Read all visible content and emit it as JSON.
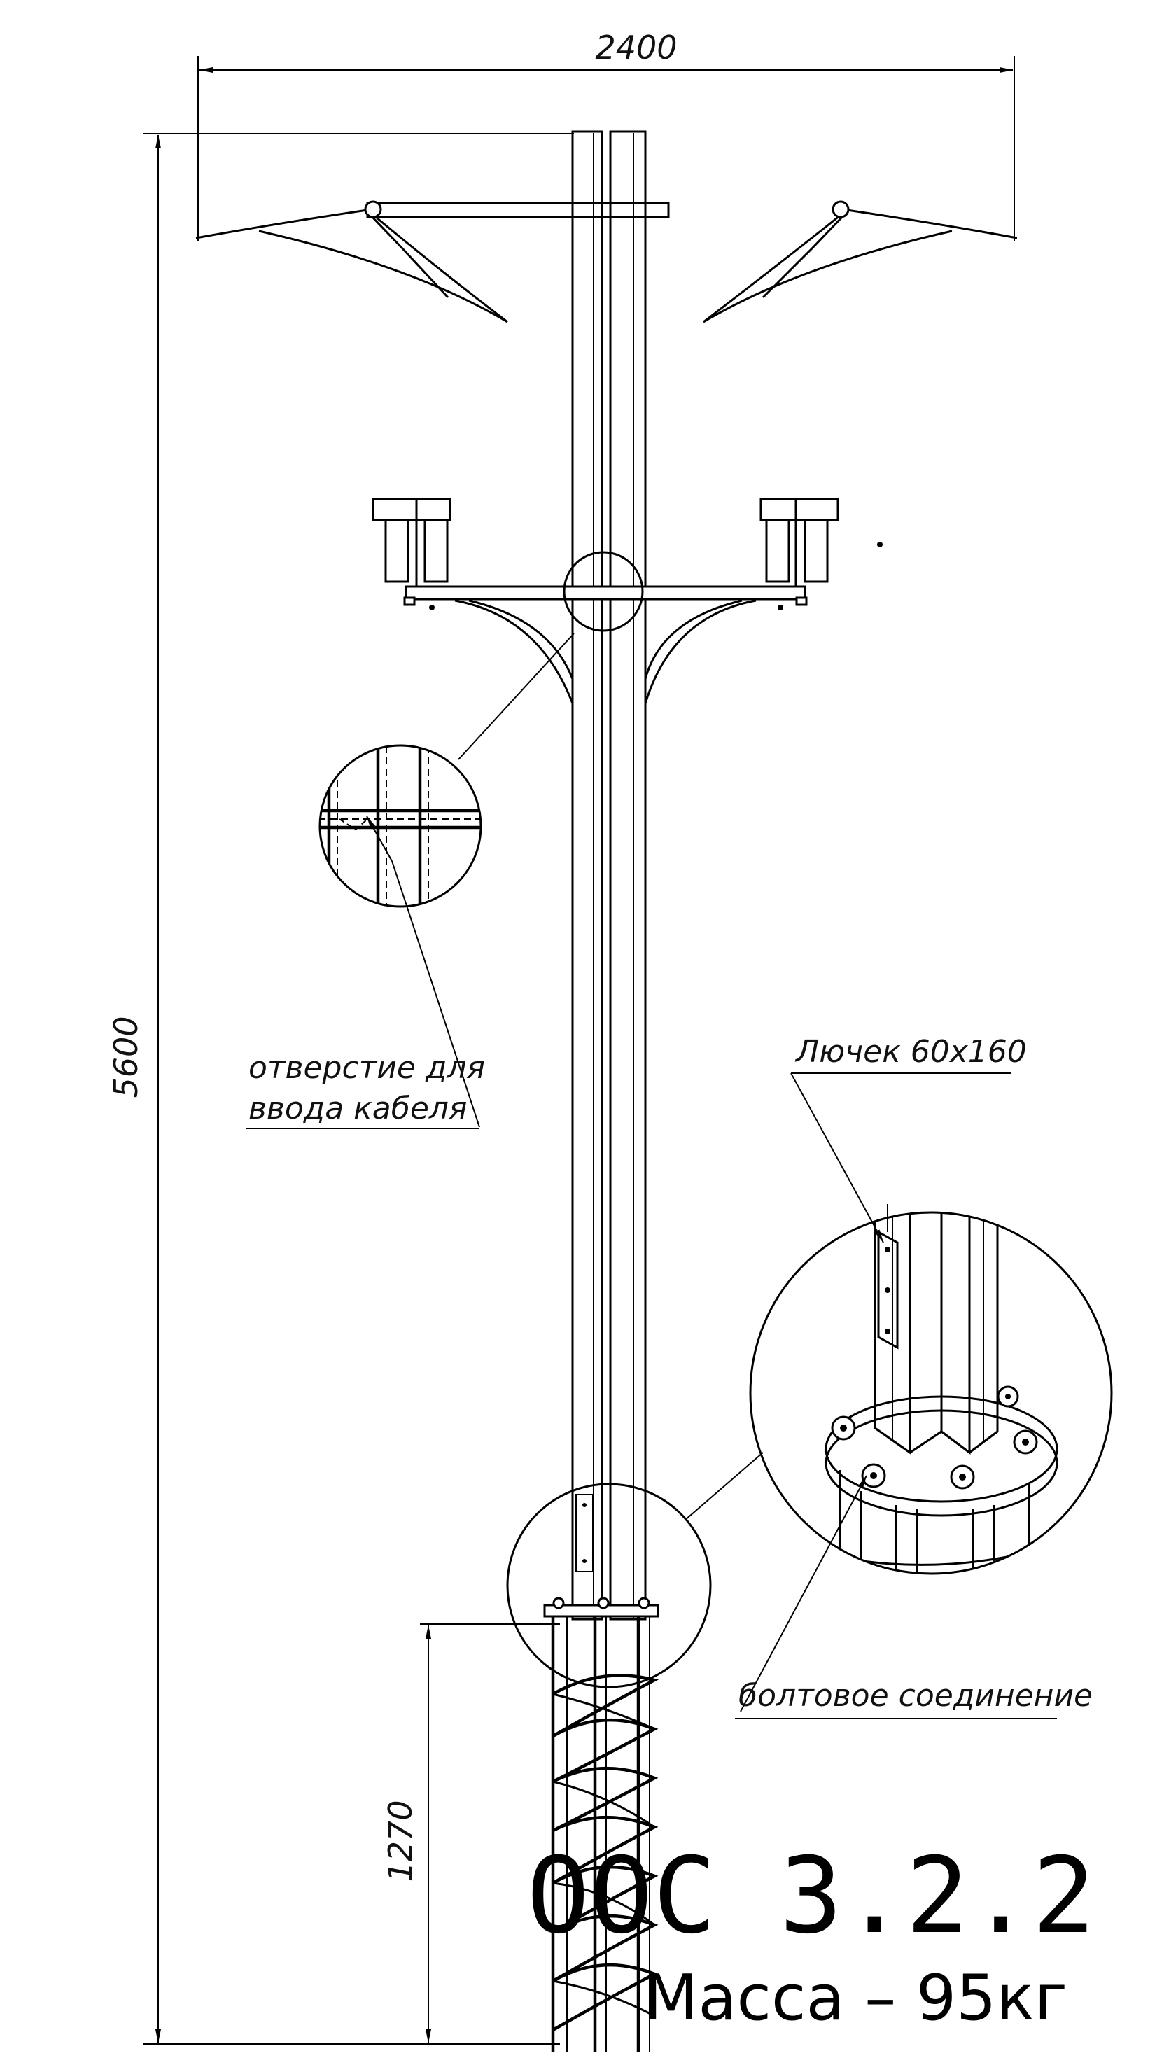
{
  "dimensions": {
    "width_label": "2400",
    "height_label": "5600",
    "foundation_label": "1270"
  },
  "callouts": {
    "cable_hole_line1": "отверстие для",
    "cable_hole_line2": "ввода кабеля",
    "hatch": "Лючек 60х160",
    "bolt_joint": "болтовое соединение"
  },
  "title": {
    "model": "ООС 3.2.2",
    "mass": "Масса – 95кг"
  },
  "colors": {
    "ink": "#000000",
    "paper": "#ffffff"
  }
}
